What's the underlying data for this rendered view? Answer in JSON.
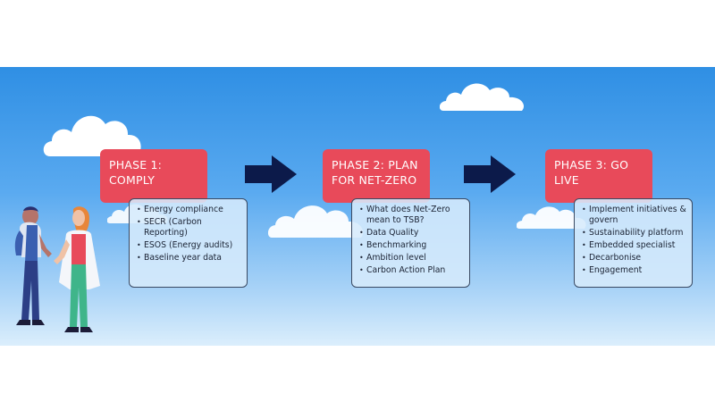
{
  "phases": [
    {
      "title": "PHASE 1: COMPLY",
      "items": [
        "Energy compliance",
        "SECR (Carbon Reporting)",
        "ESOS (Energy audits)",
        "Baseline year data"
      ]
    },
    {
      "title": "PHASE 2: PLAN FOR NET-ZERO",
      "items": [
        "What does Net-Zero mean to TSB?",
        "Data Quality",
        "Benchmarking",
        "Ambition level",
        "Carbon Action Plan"
      ]
    },
    {
      "title": "PHASE 3: GO LIVE",
      "items": [
        "Implement initiatives & govern",
        "Sustainability platform",
        "Embedded specialist",
        "Decarbonise",
        "Engagement"
      ]
    }
  ],
  "colors": {
    "phase_title_bg": "#e84a5a",
    "arrow": "#0c1a4a",
    "sky_top": "#2f8fe4",
    "sky_bottom": "#dbeefc"
  },
  "icons": [
    "cloud-icon",
    "arrow-right-icon",
    "people-illustration"
  ]
}
